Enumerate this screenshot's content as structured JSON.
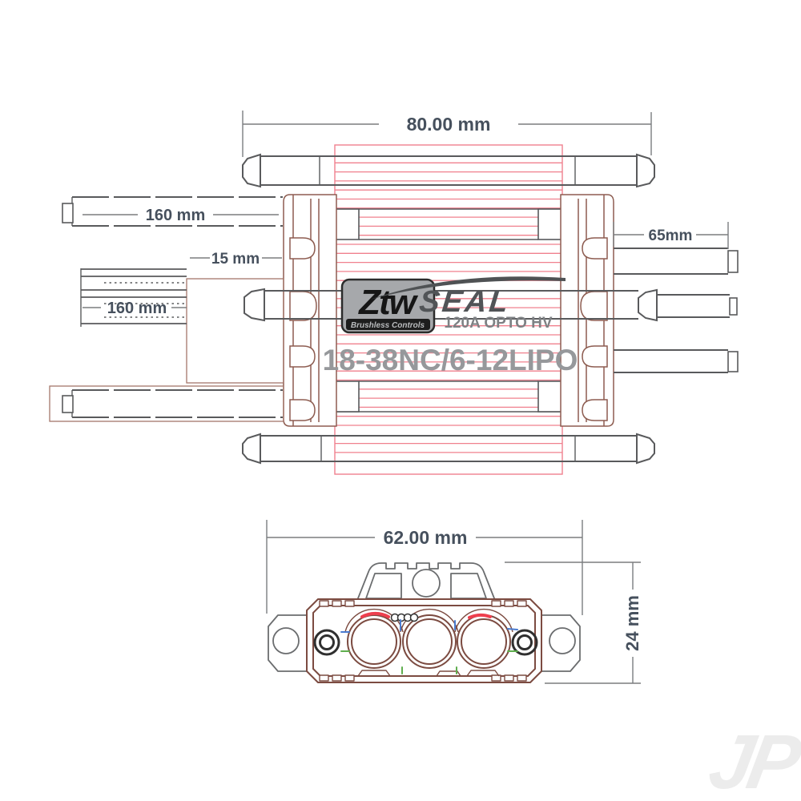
{
  "top_view": {
    "dim_width": "80.00 mm",
    "dim_wire_top_left": "160 mm",
    "dim_offset": "15 mm",
    "dim_wire_bundle": "160 mm",
    "dim_wire_right": "65mm",
    "model_label": "18-38NC/6-12LIPO",
    "brand": {
      "logo": "Ztw",
      "logo_sub": "Brushless Controls",
      "series": "SEAL",
      "rating": "120A OPTO HV"
    }
  },
  "bottom_view": {
    "dim_width": "62.00 mm",
    "dim_height": "24 mm"
  },
  "watermark": "JP",
  "colors": {
    "dimension_text": "#46505d",
    "wire_line": "#595a5c",
    "fin_pink": "#f0808e",
    "flange_brown": "#8d5c50",
    "body_brown": "#7c4b41",
    "mark_red": "#ee3f4e",
    "mark_blue": "#4a7bd0",
    "mark_green": "#5fae4e"
  }
}
